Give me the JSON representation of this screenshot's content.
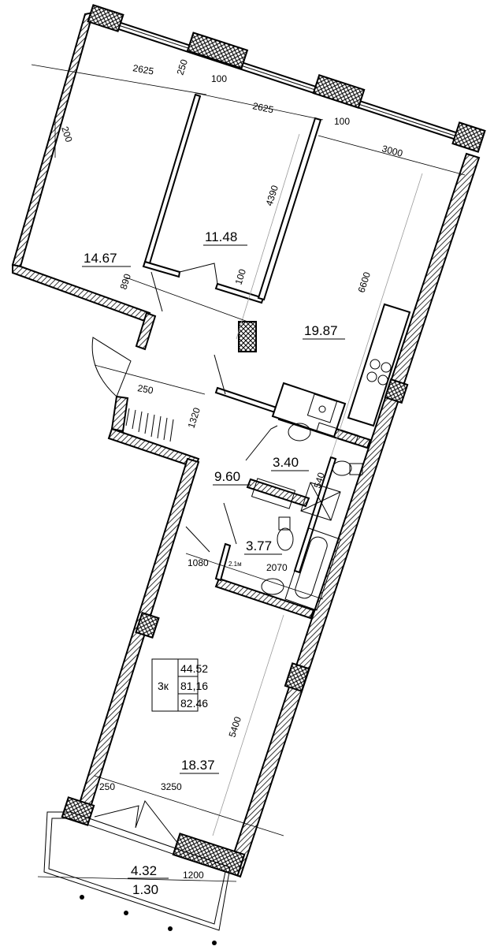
{
  "rooms": [
    {
      "id": "room-1",
      "area": "14.67"
    },
    {
      "id": "room-2",
      "area": "11.48"
    },
    {
      "id": "room-3",
      "area": "19.87"
    },
    {
      "id": "room-4",
      "area": "3.40"
    },
    {
      "id": "room-5",
      "area": "9.60"
    },
    {
      "id": "room-6",
      "area": "3.77"
    },
    {
      "id": "room-7",
      "area": "18.37"
    }
  ],
  "balcony": {
    "area": "4.32",
    "reduced_area": "1.30"
  },
  "summary": {
    "rooms_label": "3к",
    "living_area": "44.52",
    "total_area": "81,16",
    "total_with_balcony": "82.46"
  },
  "dimensions": [
    "2625",
    "250",
    "100",
    "2625",
    "100",
    "3000",
    "200",
    "4390",
    "6600",
    "890",
    "100",
    "250",
    "1320",
    "540",
    "1080",
    "2070",
    "5400",
    "250",
    "3250",
    "1200",
    "2.1м"
  ],
  "colors": {
    "lines": "#000000",
    "guides": "#9a9a9a",
    "background": "#ffffff"
  }
}
